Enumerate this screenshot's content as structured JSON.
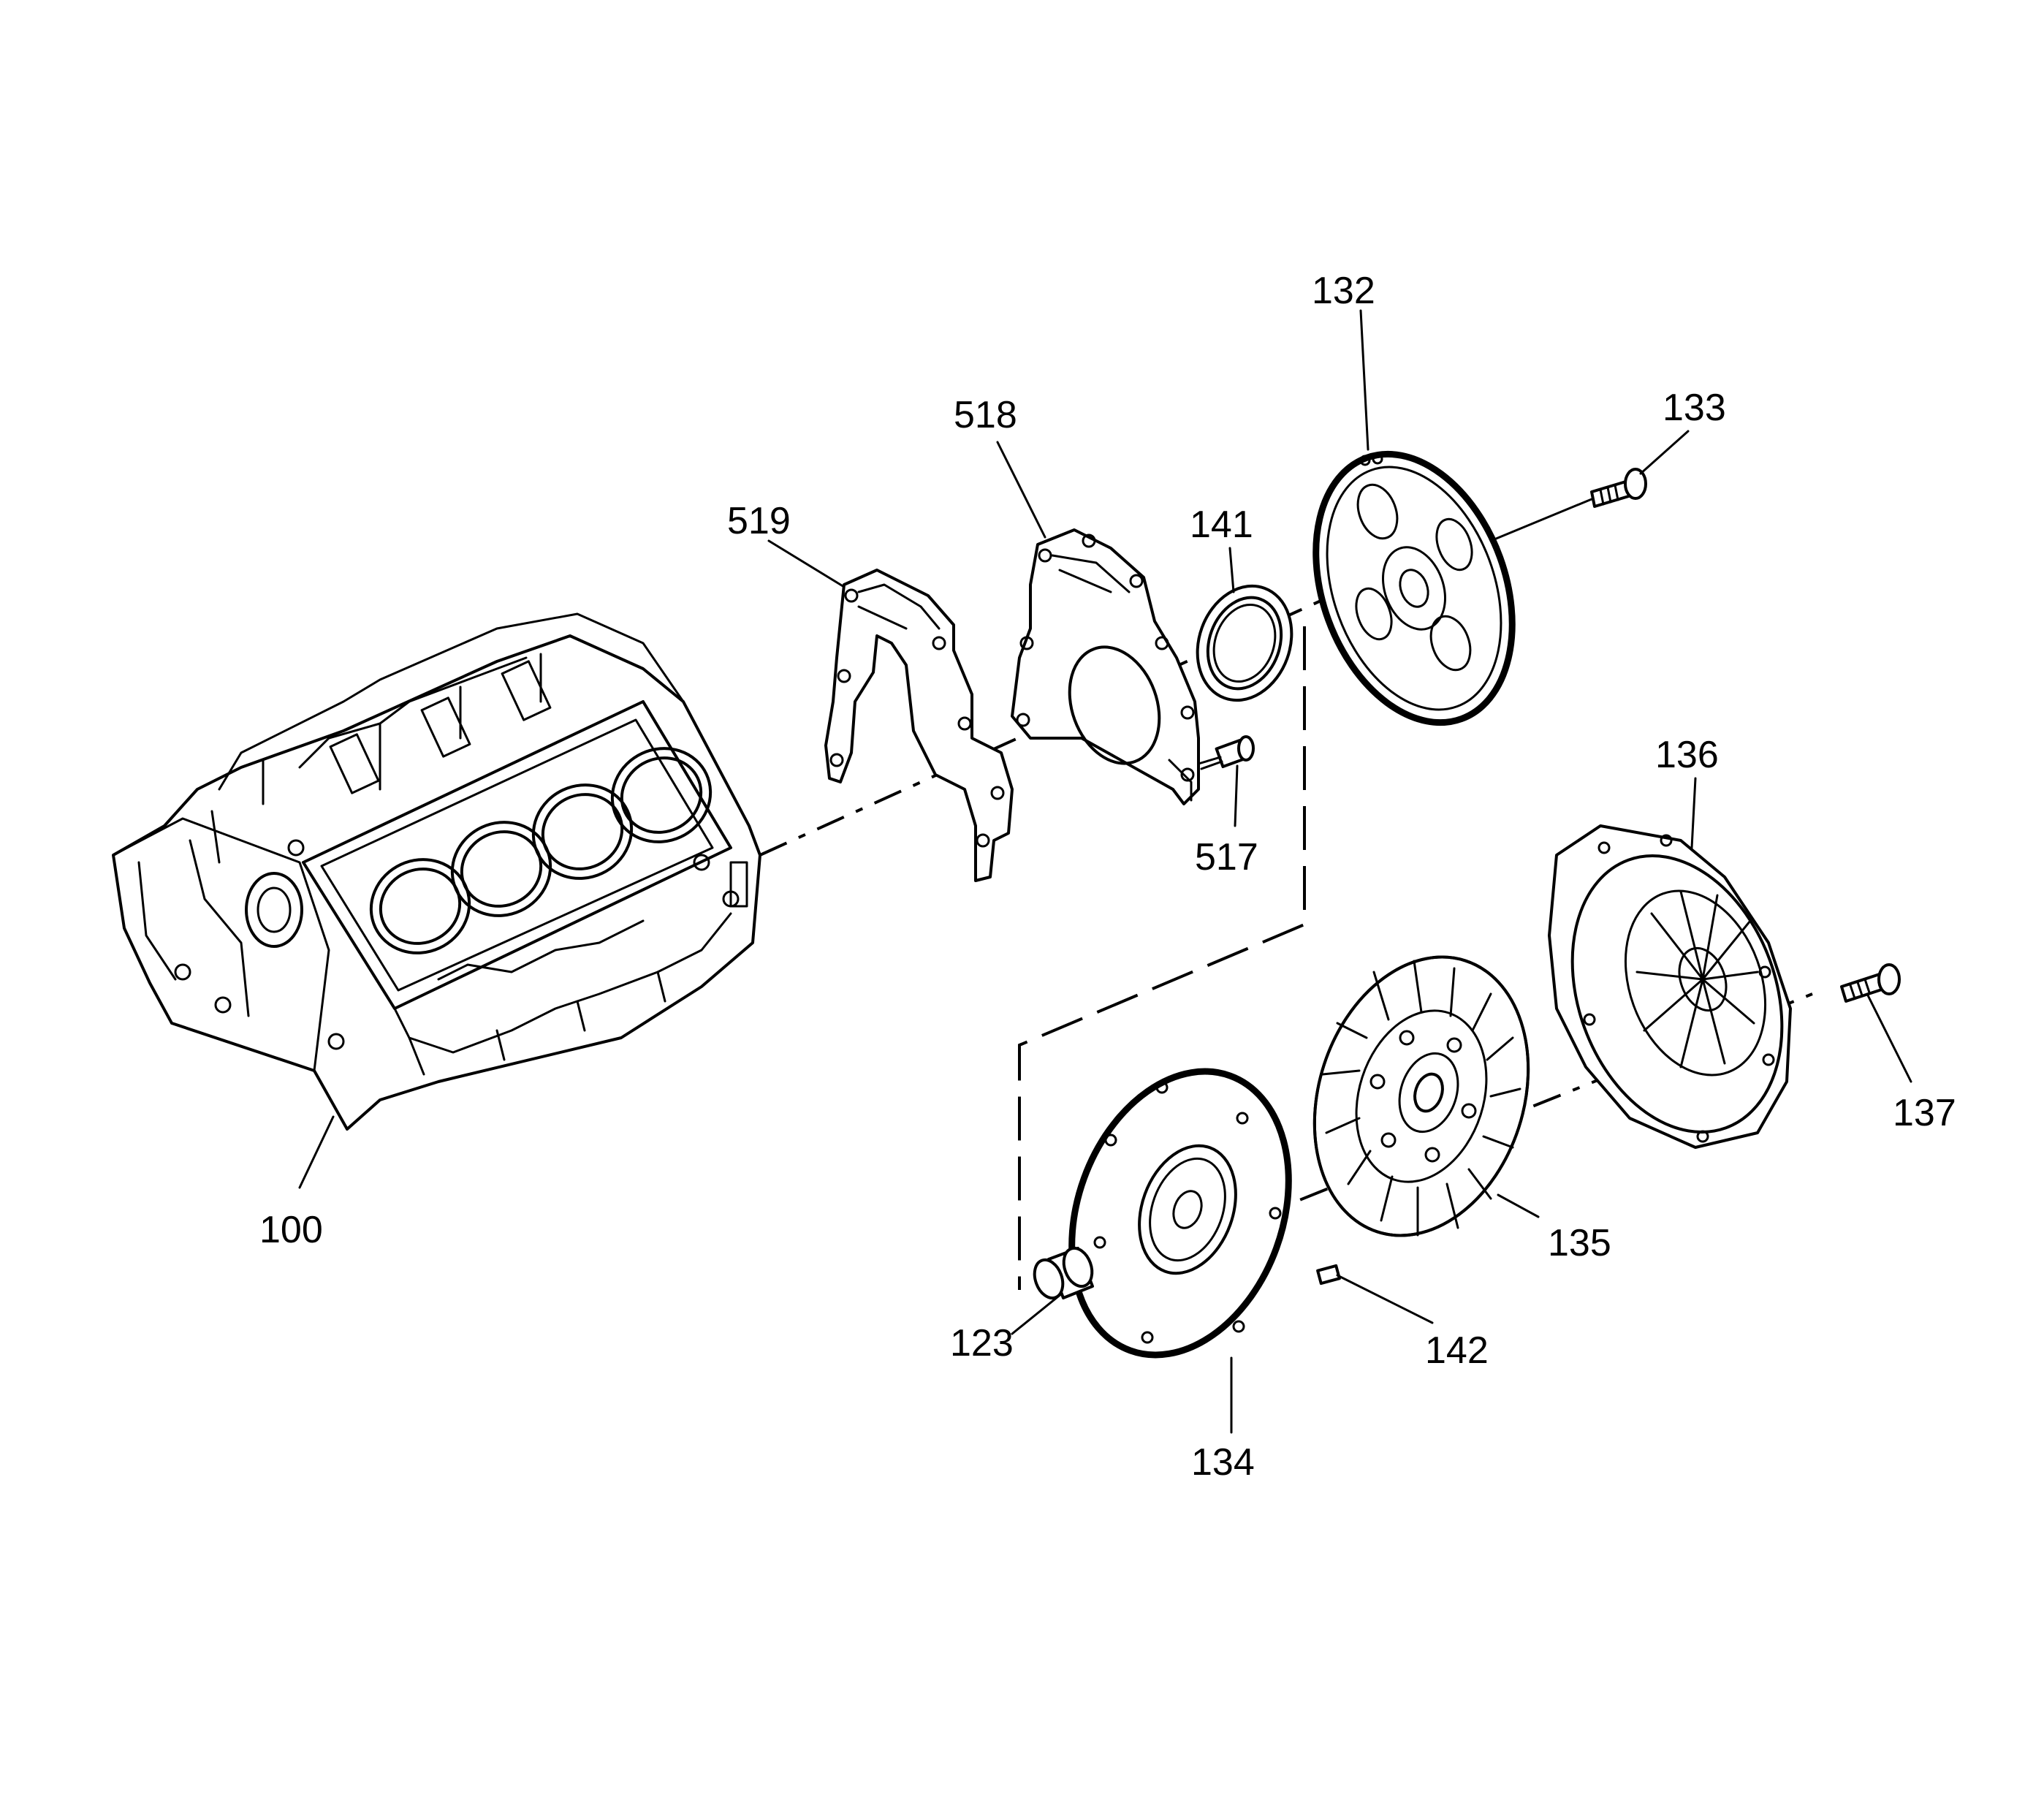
{
  "callouts": {
    "c100": "100",
    "c123": "123",
    "c132": "132",
    "c133": "133",
    "c134": "134",
    "c135": "135",
    "c136": "136",
    "c137": "137",
    "c141": "141",
    "c142": "142",
    "c517": "517",
    "c518": "518",
    "c519": "519"
  }
}
